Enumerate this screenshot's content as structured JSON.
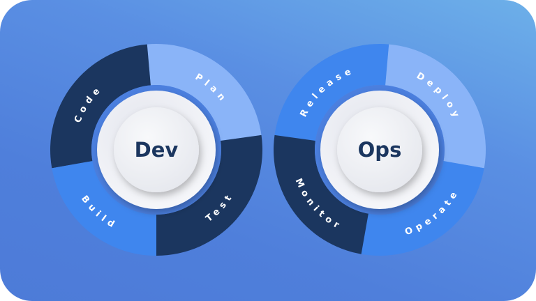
{
  "colors": {
    "dark": "#1b365f",
    "light": "#8ab4f8",
    "medium": "#3f86ee",
    "hub_text": "#1b365f"
  },
  "dev": {
    "title": "Dev",
    "stages": [
      {
        "label": "Plan",
        "color": "light"
      },
      {
        "label": "Code",
        "color": "dark"
      },
      {
        "label": "Build",
        "color": "medium"
      },
      {
        "label": "Test",
        "color": "dark"
      }
    ]
  },
  "ops": {
    "title": "Ops",
    "stages": [
      {
        "label": "Release",
        "color": "medium"
      },
      {
        "label": "Deploy",
        "color": "light"
      },
      {
        "label": "Operate",
        "color": "medium"
      },
      {
        "label": "Monitor",
        "color": "dark"
      }
    ]
  }
}
